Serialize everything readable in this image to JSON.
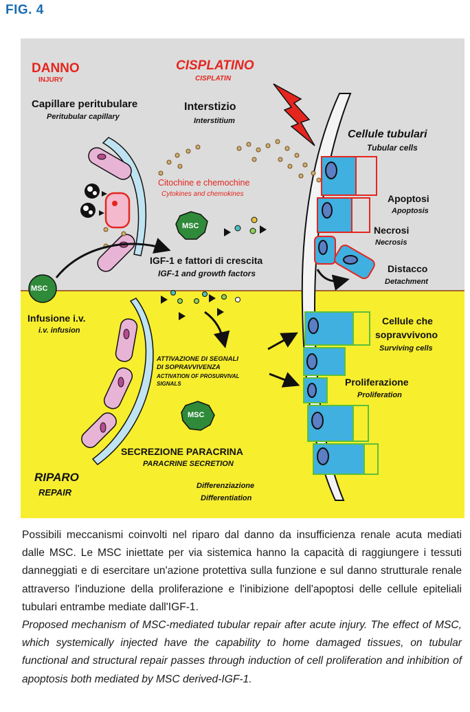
{
  "figure_label": "FIG. 4",
  "top_panel": {
    "danno": "DANNO",
    "injury": "INJURY",
    "cisplatino": "CISPLATINO",
    "cisplatin": "CISPLATIN",
    "capillare_it": "Capillare peritubulare",
    "capillare_en": "Peritubular capillary",
    "interstizio_it": "Interstizio",
    "interstizio_en": "Interstitium",
    "cellule_tubulari_it": "Cellule tubulari",
    "cellule_tubulari_en": "Tubular cells",
    "citochine_it": "Citochine e chemochine",
    "citochine_en": "Cytokines and chemokines",
    "apoptosi_it": "Apoptosi",
    "apoptosi_en": "Apoptosis",
    "necrosi_it": "Necrosi",
    "necrosi_en": "Necrosis",
    "distacco_it": "Distacco",
    "distacco_en": "Detachment",
    "igf_it": "IGF-1 e fattori di crescita",
    "igf_en": "IGF-1 and growth factors",
    "msc": "MSC"
  },
  "bottom_panel": {
    "msc_iv": "MSC",
    "infusione_it": "Infusione i.v.",
    "infusione_en": "i.v. infusion",
    "sopravvivono_it_1": "Cellule che",
    "sopravvivono_it_2": "sopravvivono",
    "sopravvivono_en": "Surviving cells",
    "attivazione_it_1": "ATTIVAZIONE DI SEGNALI",
    "attivazione_it_2": "DI SOPRAVVIVENZA",
    "attivazione_en_1": "ACTIVATION OF PROSURVIVAL",
    "attivazione_en_2": "SIGNALS",
    "proliferazione_it": "Proliferazione",
    "proliferazione_en": "Proliferation",
    "msc_paracrine": "MSC",
    "secrezione_it": "SECREZIONE PARACRINA",
    "secrezione_en": "PARACRINE SECRETION",
    "riparo_it": "RIPARO",
    "riparo_en": "REPAIR",
    "differenziazione_it": "Differenziazione",
    "differenziazione_en": "Differentiation"
  },
  "caption": {
    "italian": "Possibili meccanismi coinvolti nel riparo dal danno da insufficienza renale acuta mediati dalle MSC. Le MSC iniettate per via sistemica hanno la capacità di raggiungere i tessuti danneggiati e di esercitare un'azione protettiva sulla funzione e sul danno strutturale renale attraverso l'induzione della proliferazione e l'inibizione dell'apoptosi delle cellule epiteliali tubulari entrambe mediate dall'IGF-1.",
    "english": "Proposed mechanism of MSC-mediated tubular repair after acute injury. The effect of MSC, which systemically injected have the capability to home damaged tissues, on tubular functional and structural repair passes through induction of cell proliferation and inhibition of apoptosis both mediated by MSC derived-IGF-1."
  },
  "colors": {
    "top_background": "#dcdcdc",
    "bottom_background": "#f7ee2e",
    "injury_red": "#e4261f",
    "cell_blue": "#3fb0e0",
    "capillary_pink": "#e8b4d6",
    "msc_green": "#2f8a3a",
    "label_blue": "#1a6bb0"
  }
}
